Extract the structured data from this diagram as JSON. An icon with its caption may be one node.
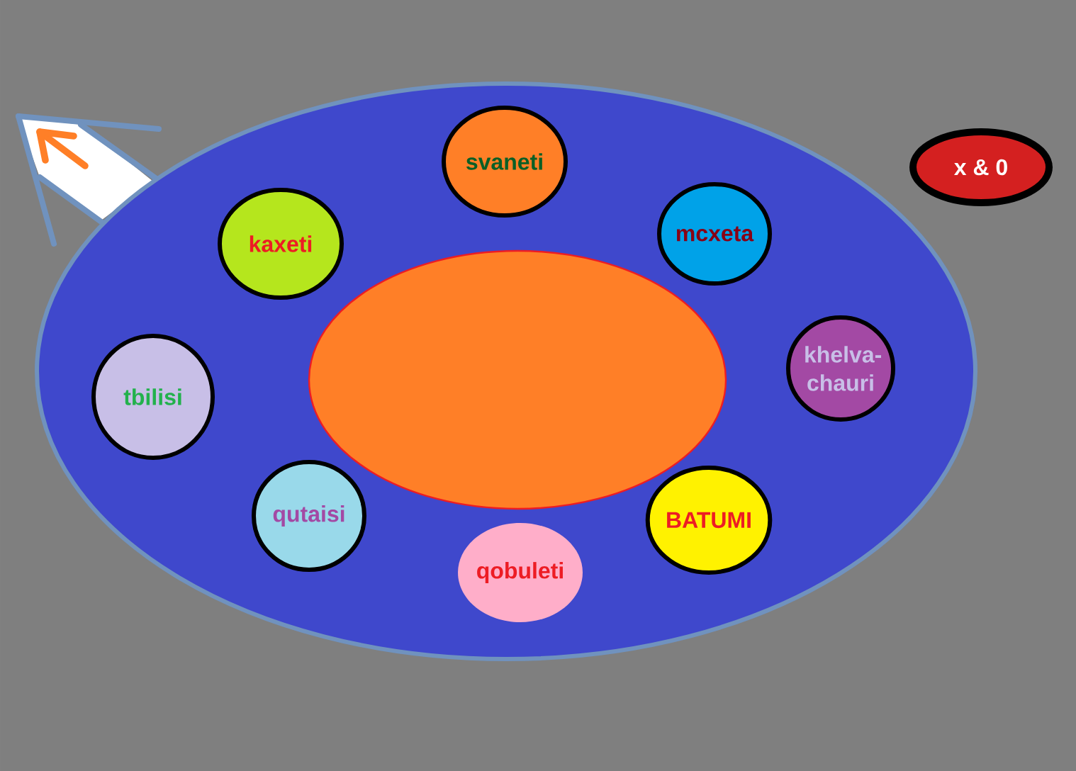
{
  "diagram": {
    "nodes": [
      {
        "text": [],
        "shape": "ellipse"
      },
      {
        "text": [
          "svaneti"
        ],
        "in": 0
      },
      {
        "text": [
          "kaxeti"
        ],
        "in": 0
      },
      {
        "text": [
          "mcxeta"
        ],
        "in": 0
      },
      {
        "text": [],
        "shape": "ellipse",
        "in": 0
      },
      {
        "text": [
          "tbilisi"
        ],
        "in": 0
      },
      {
        "text": [
          "khelva- chauri"
        ],
        "in": 0
      },
      {
        "text": [
          "qutaisi"
        ],
        "in": 0
      },
      {
        "text": [
          "BATUMI"
        ],
        "in": 0
      },
      {
        "text": [
          "qobuleti"
        ],
        "in": 0
      },
      {
        "text": [
          "x & 0"
        ]
      }
    ]
  }
}
